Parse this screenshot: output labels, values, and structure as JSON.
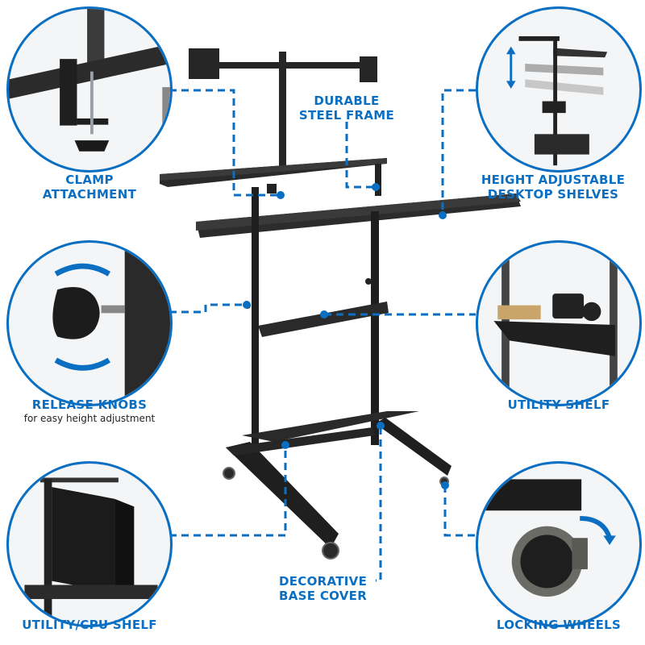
{
  "theme": {
    "accent": "#0a6fc2",
    "product": "#1e1e1e",
    "background": "#ffffff"
  },
  "features": {
    "clamp": {
      "title_line1": "CLAMP",
      "title_line2": "ATTACHMENT",
      "icon": "clamp-icon"
    },
    "height": {
      "title_line1": "HEIGHT ADJUSTABLE",
      "title_line2": "DESKTOP SHELVES",
      "icon": "height-adjust-icon"
    },
    "knobs": {
      "title": "RELEASE KNOBS",
      "subtitle": "for easy height adjustment",
      "icon": "knob-icon"
    },
    "utility": {
      "title": "UTILITY SHELF",
      "icon": "shelf-icon"
    },
    "cpu": {
      "title": "UTILITY/CPU SHELF",
      "icon": "cpu-shelf-icon"
    },
    "wheels": {
      "title": "LOCKING WHEELS",
      "icon": "wheel-icon"
    },
    "frame": {
      "title_line1": "DURABLE",
      "title_line2": "STEEL FRAME"
    },
    "base": {
      "title_line1": "DECORATIVE",
      "title_line2": "BASE COVER"
    }
  }
}
